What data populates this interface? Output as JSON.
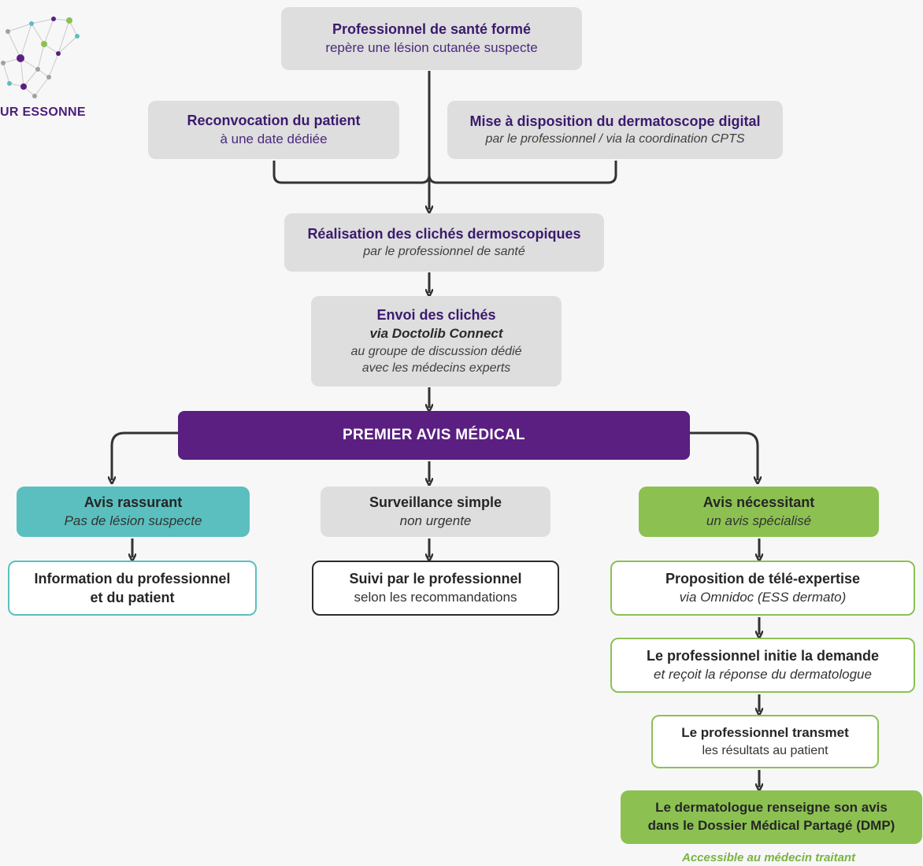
{
  "logo": {
    "text": "UR ESSONNE"
  },
  "nodes": {
    "start": {
      "line1": "Professionnel de santé formé",
      "line2": "repère une lésion cutanée suspecte"
    },
    "reconvocation": {
      "line1": "Reconvocation du patient",
      "line2": "à une date dédiée"
    },
    "dermatoscope": {
      "line1": "Mise à disposition du dermatoscope digital",
      "line2": "par le professionnel / via la coordination CPTS"
    },
    "realisation": {
      "line1": "Réalisation des clichés dermoscopiques",
      "line2": "par le professionnel de santé"
    },
    "envoi": {
      "line1": "Envoi des clichés",
      "line2": "via Doctolib Connect",
      "line3": "au groupe de discussion dédié",
      "line4": "avec les médecins experts"
    },
    "premier_avis": {
      "label": "PREMIER AVIS MÉDICAL"
    },
    "avis_rassurant": {
      "line1": "Avis rassurant",
      "line2": "Pas de lésion suspecte"
    },
    "surveillance": {
      "line1": "Surveillance simple",
      "line2": "non urgente"
    },
    "avis_necessitant": {
      "line1": "Avis nécessitant",
      "line2": "un avis spécialisé"
    },
    "information": {
      "line1": "Information du professionnel",
      "line2": "et du patient"
    },
    "suivi": {
      "line1": "Suivi par le professionnel",
      "line2": "selon les recommandations"
    },
    "proposition": {
      "line1": "Proposition de télé-expertise",
      "line2": "via Omnidoc (ESS dermato)"
    },
    "initie": {
      "line1": "Le professionnel initie la demande",
      "line2": "et reçoit la réponse du dermatologue"
    },
    "transmet": {
      "line1": "Le professionnel transmet",
      "line2": "les résultats au patient"
    },
    "dmp": {
      "line1": "Le dermatologue renseigne son avis",
      "line2": "dans le Dossier Médical Partagé (DMP)"
    }
  },
  "footnote": "Accessible au médecin traitant",
  "colors": {
    "purple": "#5a1f80",
    "teal": "#5bbfbf",
    "green": "#8cc152",
    "gray_box": "#dedede",
    "connector": "#333333"
  }
}
